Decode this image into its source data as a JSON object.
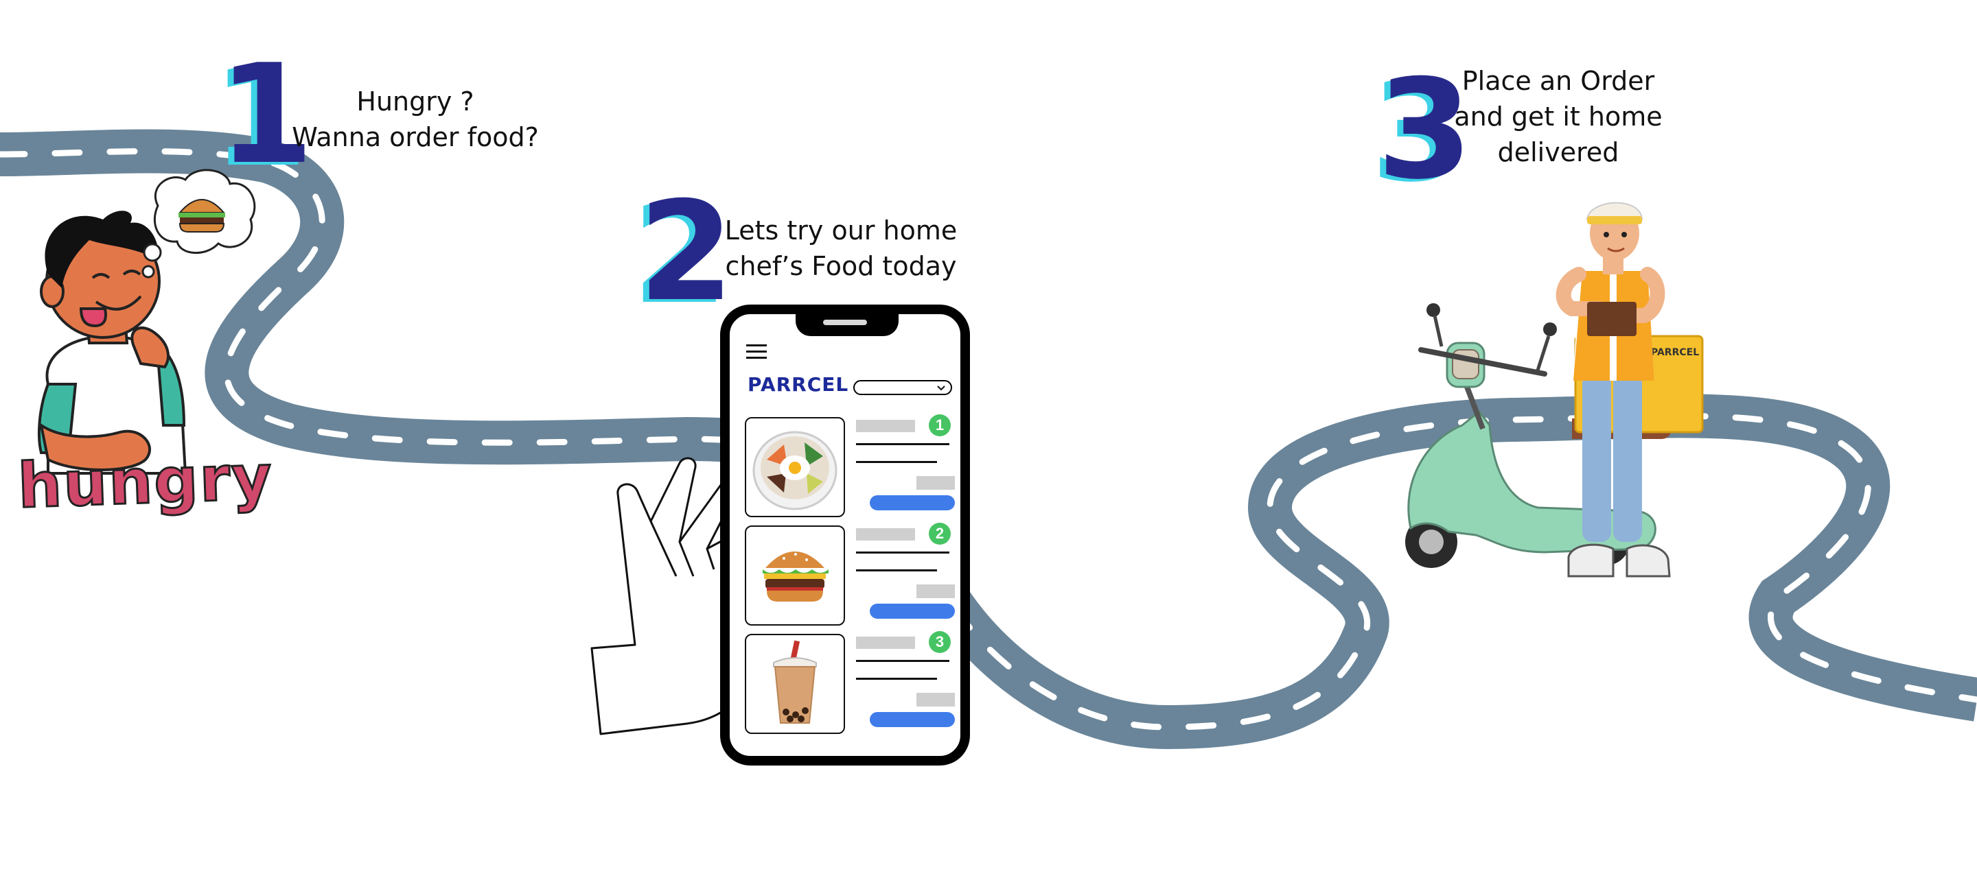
{
  "steps": [
    {
      "number": "1",
      "lines": [
        "Hungry ?",
        "Wanna order food?"
      ]
    },
    {
      "number": "2",
      "lines": [
        "Lets try our home",
        "chef’s Food today"
      ]
    },
    {
      "number": "3",
      "lines": [
        "Place an Order",
        "and get it home",
        "delivered"
      ]
    }
  ],
  "hungry_label": "hungry",
  "app": {
    "brand": "PARRCEL",
    "items": [
      {
        "badge": "1",
        "food": "bibimbap-bowl"
      },
      {
        "badge": "2",
        "food": "burger"
      },
      {
        "badge": "3",
        "food": "bubble-tea"
      }
    ]
  },
  "delivery_box_label": "PARRCEL",
  "colors": {
    "road": "#6a8599",
    "road_dash": "#ffffff",
    "number": "#27298a",
    "number_shadow": "#3dd2e6",
    "brand": "#1c2a9a",
    "badge": "#46c463",
    "order_button": "#3f7cea",
    "hungry_text": "#d0486a"
  },
  "icons": [
    "thought-burger-icon",
    "hamburger-menu-icon",
    "chevron-down-icon",
    "hand-icon",
    "scooter-icon",
    "delivery-man-icon"
  ]
}
